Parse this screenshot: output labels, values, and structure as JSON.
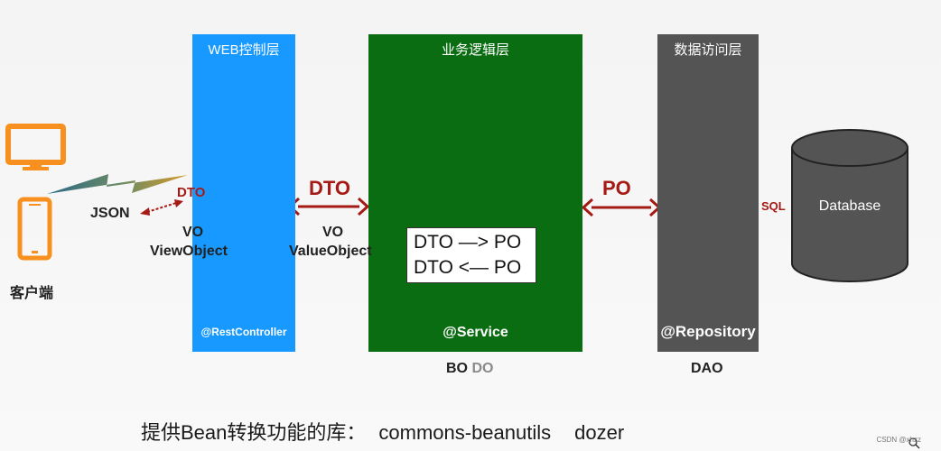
{
  "layers": {
    "web": {
      "title": "WEB控制层",
      "footer": "@RestController"
    },
    "business": {
      "title": "业务逻辑层",
      "footer": "@Service",
      "conversion": [
        "DTO —> PO",
        "DTO <— PO"
      ]
    },
    "data_access": {
      "title": "数据访问层",
      "footer": "@Repository"
    }
  },
  "client": {
    "label": "客户端",
    "json_label": "JSON",
    "dto_label": "DTO"
  },
  "vo_web": {
    "short": "VO",
    "long": "ViewObject"
  },
  "vo_value": {
    "short": "VO",
    "long": "ValueObject"
  },
  "arrows": {
    "web_to_business": "DTO",
    "business_to_dao": "PO",
    "dao_to_db": "SQL"
  },
  "objects_below": {
    "business_bo": "BO",
    "business_do": "DO",
    "dao": "DAO"
  },
  "database": {
    "label": "Database"
  },
  "footnote": {
    "prefix": "提供Bean转换功能的库：",
    "lib1": "commons-beanutils",
    "lib2": "dozer"
  },
  "watermark": "CSDN @xhzz",
  "colors": {
    "web_layer": "#1899ff",
    "business_layer": "#0b6d12",
    "dao_layer": "#545454",
    "arrow_red": "#a51a14",
    "device_orange": "#f7901e",
    "database_gray": "#545454"
  }
}
